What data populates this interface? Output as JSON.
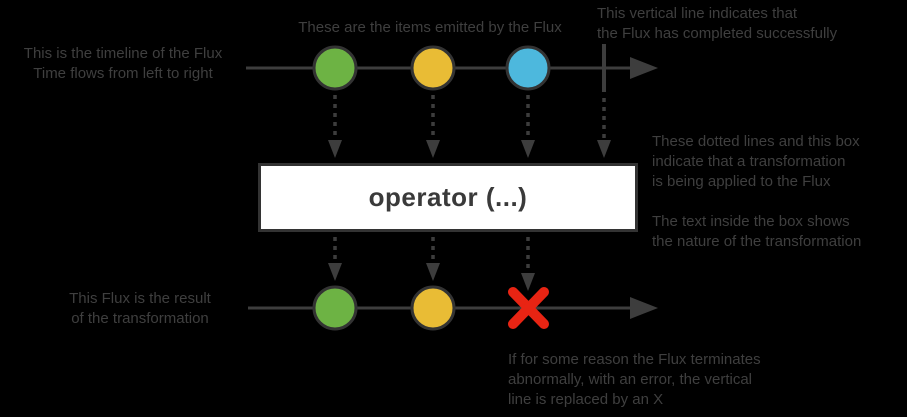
{
  "colors": {
    "background": "#000000",
    "line": "#3d3d3d",
    "text": "#3f3f3f",
    "marble_stroke": "#333333",
    "marble_green": "#6db344",
    "marble_yellow": "#e9bc35",
    "marble_blue": "#4db8dd",
    "error_red": "#e82413",
    "box_fill": "#ffffff",
    "box_border": "#333333",
    "operator_text": "#3a3a3a"
  },
  "diagram": {
    "operator_label": "operator (...)",
    "annotations": {
      "timeline": "This is the timeline of the Flux\nTime flows from left to right",
      "items": "These are the items emitted by the Flux",
      "complete": "This vertical line indicates that\nthe Flux has completed successfully",
      "transformation": "These dotted lines and this box\nindicate that a transformation\nis being applied to the Flux",
      "box_text": "The text inside the box shows\nthe nature of the transformation",
      "result": "This Flux is the result\nof the transformation",
      "error": "If for some reason the Flux terminates\nabnormally, with an error, the vertical\nline is replaced by an X"
    }
  }
}
